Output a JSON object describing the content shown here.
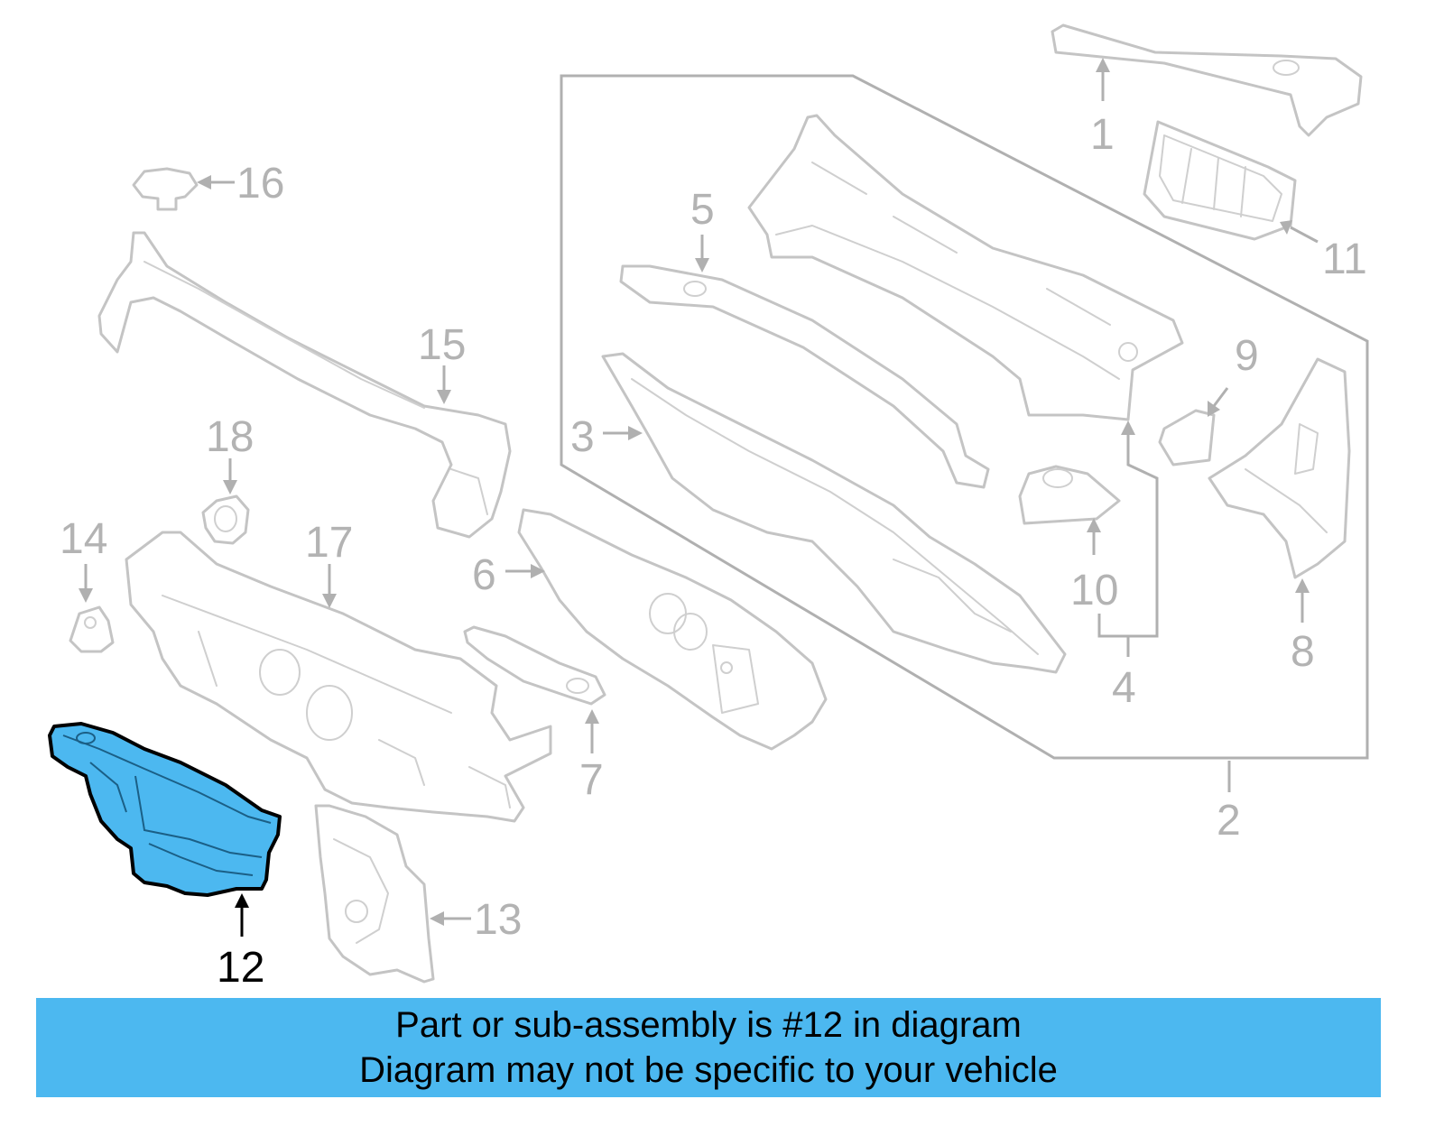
{
  "diagram": {
    "labels": {
      "p1": "1",
      "p2": "2",
      "p3": "3",
      "p4": "4",
      "p5": "5",
      "p6": "6",
      "p7": "7",
      "p8": "8",
      "p9": "9",
      "p10": "10",
      "p11": "11",
      "p12": "12",
      "p13": "13",
      "p14": "14",
      "p15": "15",
      "p16": "16",
      "p17": "17",
      "p18": "18"
    },
    "highlighted_part": "12",
    "colors": {
      "highlight": "#4cb8f0",
      "part_outline": "#c4c4c4",
      "label_gray": "#b3b3b3"
    }
  },
  "banner": {
    "line1": "Part or sub-assembly is #12 in diagram",
    "line2": "Diagram may not be specific to your vehicle"
  }
}
